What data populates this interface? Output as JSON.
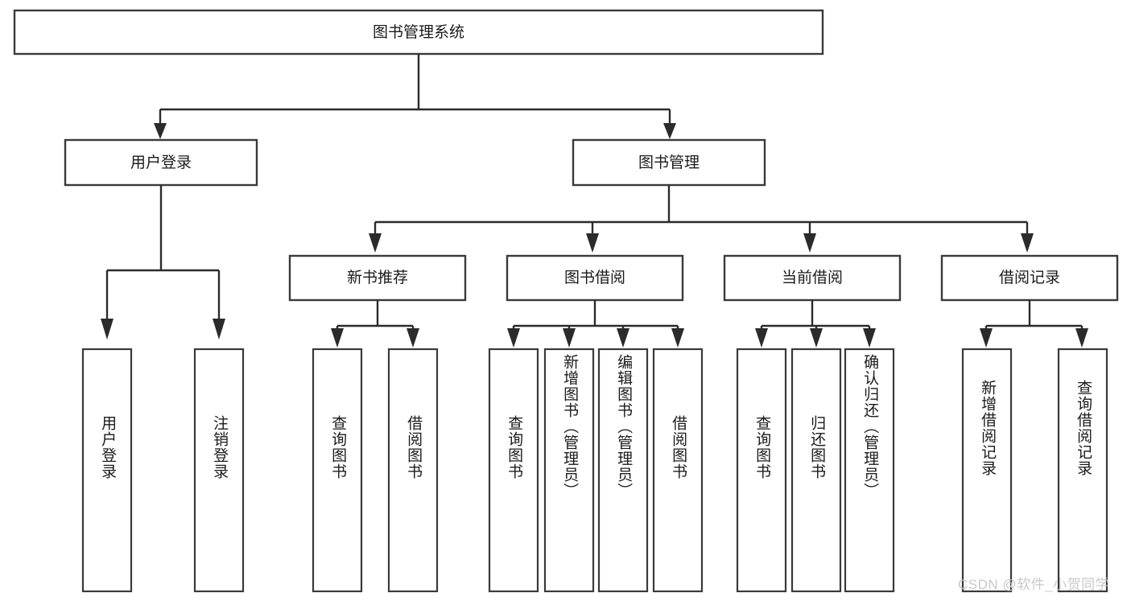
{
  "diagram": {
    "title_node": {
      "label": "图书管理系统"
    },
    "level1": [
      {
        "id": "user-login",
        "label": "用户登录"
      },
      {
        "id": "book-manage",
        "label": "图书管理"
      }
    ],
    "level2": [
      {
        "id": "new-book-recommend",
        "label": "新书推荐"
      },
      {
        "id": "book-borrow",
        "label": "图书借阅"
      },
      {
        "id": "current-borrow",
        "label": "当前借阅"
      },
      {
        "id": "borrow-record",
        "label": "借阅记录"
      }
    ],
    "leaves": {
      "user_login": [
        {
          "id": "leaf-user-login",
          "label": "用户登录"
        },
        {
          "id": "leaf-logout-login",
          "label": "注销登录"
        }
      ],
      "new_book_recommend": [
        {
          "id": "leaf-query-book-1",
          "label": "查询图书"
        },
        {
          "id": "leaf-borrow-book-1",
          "label": "借阅图书"
        }
      ],
      "book_borrow": [
        {
          "id": "leaf-query-book-2",
          "label": "查询图书"
        },
        {
          "id": "leaf-add-book",
          "label": "新增图书（管理员）"
        },
        {
          "id": "leaf-edit-book",
          "label": "编辑图书（管理员）"
        },
        {
          "id": "leaf-borrow-book-2",
          "label": "借阅图书"
        }
      ],
      "current_borrow": [
        {
          "id": "leaf-query-book-3",
          "label": "查询图书"
        },
        {
          "id": "leaf-return-book",
          "label": "归还图书"
        },
        {
          "id": "leaf-confirm-return",
          "label": "确认归还（管理员）"
        }
      ],
      "borrow_record": [
        {
          "id": "leaf-add-record",
          "label": "新增借阅记录"
        },
        {
          "id": "leaf-query-record",
          "label": "查询借阅记录"
        }
      ]
    },
    "watermark": {
      "text": "CSDN @软件_小贺同学"
    },
    "colors": {
      "box_stroke": "#3a3a3a",
      "connector": "#2b2b2b",
      "text": "#1b1b1b",
      "background": "#ffffff",
      "watermark": "#c9c9c9"
    }
  },
  "chart_data": {
    "type": "tree-diagram",
    "title": "图书管理系统",
    "orientation": "top-down",
    "levels": 4,
    "nodes": [
      {
        "level": 0,
        "label": "图书管理系统",
        "children": [
          "用户登录",
          "图书管理"
        ]
      },
      {
        "level": 1,
        "label": "用户登录",
        "children": [
          "用户登录",
          "注销登录"
        ]
      },
      {
        "level": 1,
        "label": "图书管理",
        "children": [
          "新书推荐",
          "图书借阅",
          "当前借阅",
          "借阅记录"
        ]
      },
      {
        "level": 2,
        "label": "新书推荐",
        "children": [
          "查询图书",
          "借阅图书"
        ]
      },
      {
        "level": 2,
        "label": "图书借阅",
        "children": [
          "查询图书",
          "新增图书（管理员）",
          "编辑图书（管理员）",
          "借阅图书"
        ]
      },
      {
        "level": 2,
        "label": "当前借阅",
        "children": [
          "查询图书",
          "归还图书",
          "确认归还（管理员）"
        ]
      },
      {
        "level": 2,
        "label": "借阅记录",
        "children": [
          "新增借阅记录",
          "查询借阅记录"
        ]
      }
    ]
  }
}
